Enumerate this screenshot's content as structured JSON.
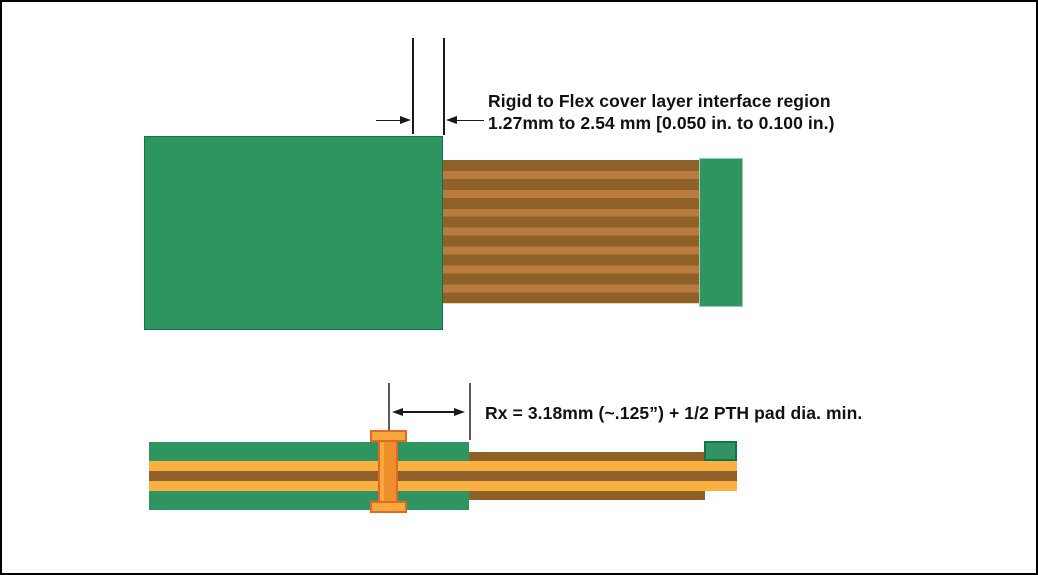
{
  "diagram": {
    "top_view": {
      "annotation": {
        "line1": "Rigid to Flex cover layer interface region",
        "line2": "1.27mm to 2.54 mm [0.050 in. to 0.100 in.)"
      },
      "parts": [
        "rigid-board",
        "flex-ribbon",
        "end-cap"
      ]
    },
    "section_view": {
      "annotation": "Rx = 3.18mm (~.125”) + 1/2 PTH pad dia. min.",
      "parts": [
        "green-top-layer",
        "copper-top",
        "core",
        "copper-bottom",
        "green-bottom-layer",
        "coverlay-top",
        "coverlay-bottom",
        "tip-stiffener",
        "pth-rivet"
      ]
    },
    "icons": [
      "dimension-arrow-right-icon",
      "dimension-arrow-left-icon",
      "dimension-double-arrow-icon"
    ]
  },
  "colors": {
    "green": "#2E9460",
    "greenDark": "#15714A",
    "greenLight": "#9ACDB2",
    "flexDark": "#8D6127",
    "flexLight": "#BA7B3E",
    "flexEdge": "#E9D9AE",
    "copper": "#FBB042",
    "pthFill": "#F9A83C",
    "pthStem": "#EE8F2B",
    "pthOutline": "#E2672C",
    "ink": "#1a1a1a",
    "dimGray": "#5a5a5a"
  }
}
